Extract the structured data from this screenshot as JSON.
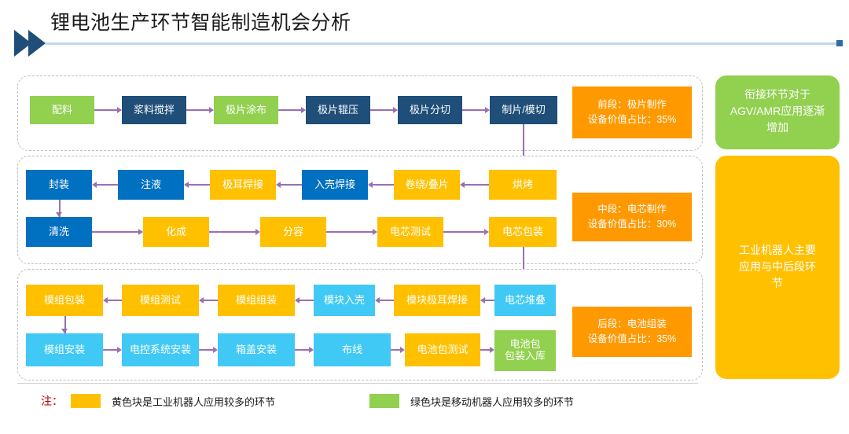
{
  "header": {
    "title": "锂电池生产环节智能制造机会分析",
    "chevron_icon": "chevron-right-icon",
    "line_color": "#c3d6e8"
  },
  "colors": {
    "green": "#92D050",
    "navy": "#1F4E79",
    "blue": "#0070C0",
    "yellow": "#FFC000",
    "cyan": "#41C9F5",
    "orange": "#FF9900",
    "connector": "#9A6FB5",
    "note_red": "#C00000"
  },
  "sections": [
    {
      "id": "front",
      "stage_label": "前段：极片制作\n设备价值占比：35%",
      "rows": [
        {
          "direction": "ltr",
          "nodes": [
            {
              "label": "配料",
              "color": "green"
            },
            {
              "label": "浆料搅拌",
              "color": "navy"
            },
            {
              "label": "极片涂布",
              "color": "green"
            },
            {
              "label": "极片辊压",
              "color": "navy"
            },
            {
              "label": "极片分切",
              "color": "navy"
            },
            {
              "label": "制片/模切",
              "color": "navy"
            }
          ]
        }
      ]
    },
    {
      "id": "middle",
      "stage_label": "中段：电芯制作\n设备价值占比：30%",
      "rows": [
        {
          "direction": "rtl",
          "nodes": [
            {
              "label": "封装",
              "color": "blue"
            },
            {
              "label": "注液",
              "color": "blue"
            },
            {
              "label": "极耳焊接",
              "color": "yellow"
            },
            {
              "label": "入壳焊接",
              "color": "blue"
            },
            {
              "label": "卷绕/叠片",
              "color": "yellow"
            },
            {
              "label": "烘烤",
              "color": "yellow"
            }
          ]
        },
        {
          "direction": "ltr",
          "nodes": [
            {
              "label": "清洗",
              "color": "blue"
            },
            {
              "label": "化成",
              "color": "yellow"
            },
            {
              "label": "分容",
              "color": "yellow"
            },
            {
              "label": "电芯测试",
              "color": "yellow"
            },
            {
              "label": "电芯包装",
              "color": "yellow"
            }
          ]
        }
      ]
    },
    {
      "id": "back",
      "stage_label": "后段：电池组装\n设备价值占比：35%",
      "rows": [
        {
          "direction": "rtl",
          "nodes": [
            {
              "label": "模组包装",
              "color": "yellow"
            },
            {
              "label": "模组测试",
              "color": "yellow"
            },
            {
              "label": "模组组装",
              "color": "yellow"
            },
            {
              "label": "模块入壳",
              "color": "cyan"
            },
            {
              "label": "模块极耳焊接",
              "color": "yellow"
            },
            {
              "label": "电芯堆叠",
              "color": "cyan"
            }
          ]
        },
        {
          "direction": "ltr",
          "nodes": [
            {
              "label": "模组安装",
              "color": "cyan"
            },
            {
              "label": "电控系统安装",
              "color": "cyan"
            },
            {
              "label": "箱盖安装",
              "color": "cyan"
            },
            {
              "label": "布线",
              "color": "cyan"
            },
            {
              "label": "电池包测试",
              "color": "yellow"
            },
            {
              "label": "电池包\n包装入库",
              "color": "green"
            }
          ]
        }
      ]
    }
  ],
  "side_panels": [
    {
      "id": "agv",
      "text": "衔接环节对于\nAGV/AMR应用逐渐\n增加",
      "color": "#92D050"
    },
    {
      "id": "robot",
      "text": "工业机器人主要\n应用与中后段环\n节",
      "color": "#FFC000"
    }
  ],
  "legend": {
    "note_label": "注：",
    "items": [
      {
        "color": "#FFC000",
        "text": "黄色块是工业机器人应用较多的环节"
      },
      {
        "color": "#92D050",
        "text": "绿色块是移动机器人应用较多的环节"
      }
    ]
  }
}
